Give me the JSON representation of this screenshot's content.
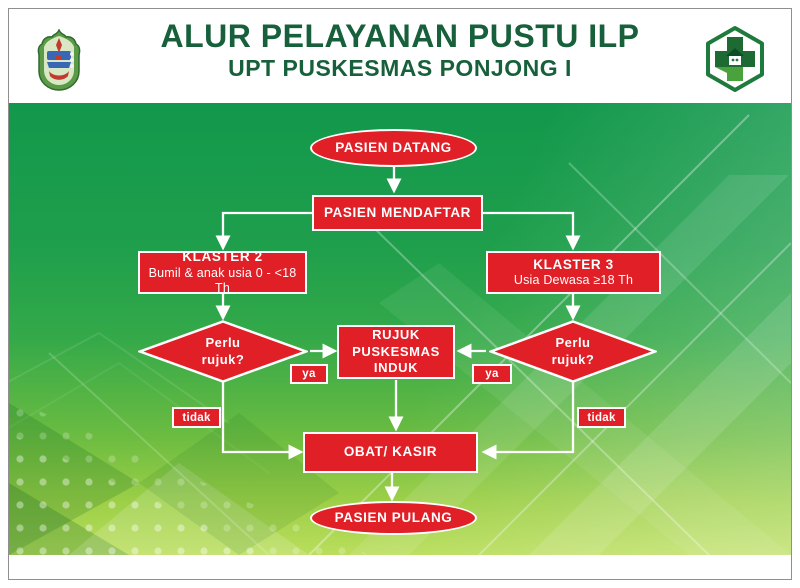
{
  "header": {
    "title": "ALUR PELAYANAN PUSTU ILP",
    "subtitle": "UPT PUSKESMAS PONJONG I",
    "left_logo": "gunungkidul-regency-crest",
    "right_logo": "puskesmas-green-cross-logo"
  },
  "colors": {
    "header_text": "#17603b",
    "node_fill": "#e01f26",
    "node_border": "#ffffff",
    "connector": "#ffffff",
    "bg_green_top": "#12984c",
    "bg_green_bottom": "#bade5c"
  },
  "flowchart": {
    "nodes": {
      "pasien_datang": {
        "label": "PASIEN DATANG",
        "shape": "terminator"
      },
      "pasien_mendaftar": {
        "label": "PASIEN MENDAFTAR",
        "shape": "process"
      },
      "klaster2": {
        "title": "KLASTER 2",
        "subtitle": "Bumil & anak usia 0 - <18 Th",
        "shape": "process"
      },
      "klaster3": {
        "title": "KLASTER 3",
        "subtitle": "Usia Dewasa ≥18 Th",
        "shape": "process"
      },
      "perlu_rujuk_left": {
        "label": "Perlu\nrujuk?",
        "shape": "decision"
      },
      "perlu_rujuk_right": {
        "label": "Perlu\nrujuk?",
        "shape": "decision"
      },
      "rujuk_induk": {
        "label": "RUJUK\nPUSKESMAS\nINDUK",
        "shape": "process"
      },
      "obat_kasir": {
        "label": "OBAT/ KASIR",
        "shape": "process"
      },
      "pasien_pulang": {
        "label": "PASIEN PULANG",
        "shape": "terminator"
      }
    },
    "edge_labels": {
      "ya_left": "ya",
      "ya_right": "ya",
      "tidak_left": "tidak",
      "tidak_right": "tidak"
    }
  }
}
